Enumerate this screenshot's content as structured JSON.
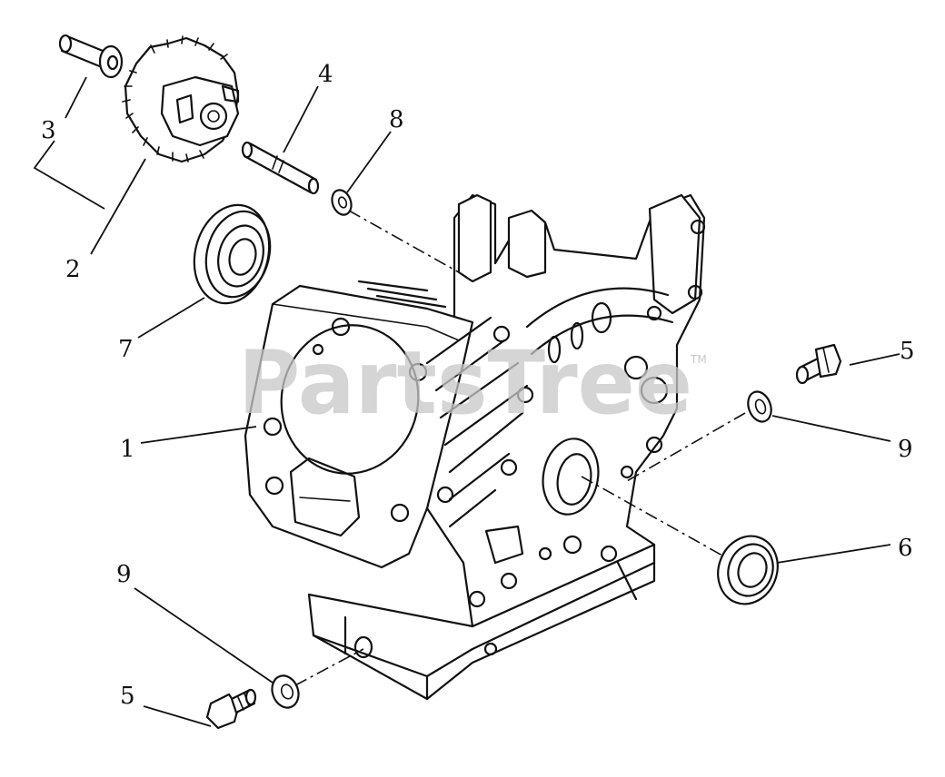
{
  "watermark": {
    "text": "PartsTree",
    "trademark": "TM"
  },
  "callouts": [
    {
      "id": "c3",
      "label": "3"
    },
    {
      "id": "c2",
      "label": "2"
    },
    {
      "id": "c4",
      "label": "4"
    },
    {
      "id": "c8",
      "label": "8"
    },
    {
      "id": "c7",
      "label": "7"
    },
    {
      "id": "c1",
      "label": "1"
    },
    {
      "id": "c5a",
      "label": "5"
    },
    {
      "id": "c9a",
      "label": "9"
    },
    {
      "id": "c6",
      "label": "6"
    },
    {
      "id": "c9b",
      "label": "9"
    },
    {
      "id": "c5b",
      "label": "5"
    }
  ]
}
